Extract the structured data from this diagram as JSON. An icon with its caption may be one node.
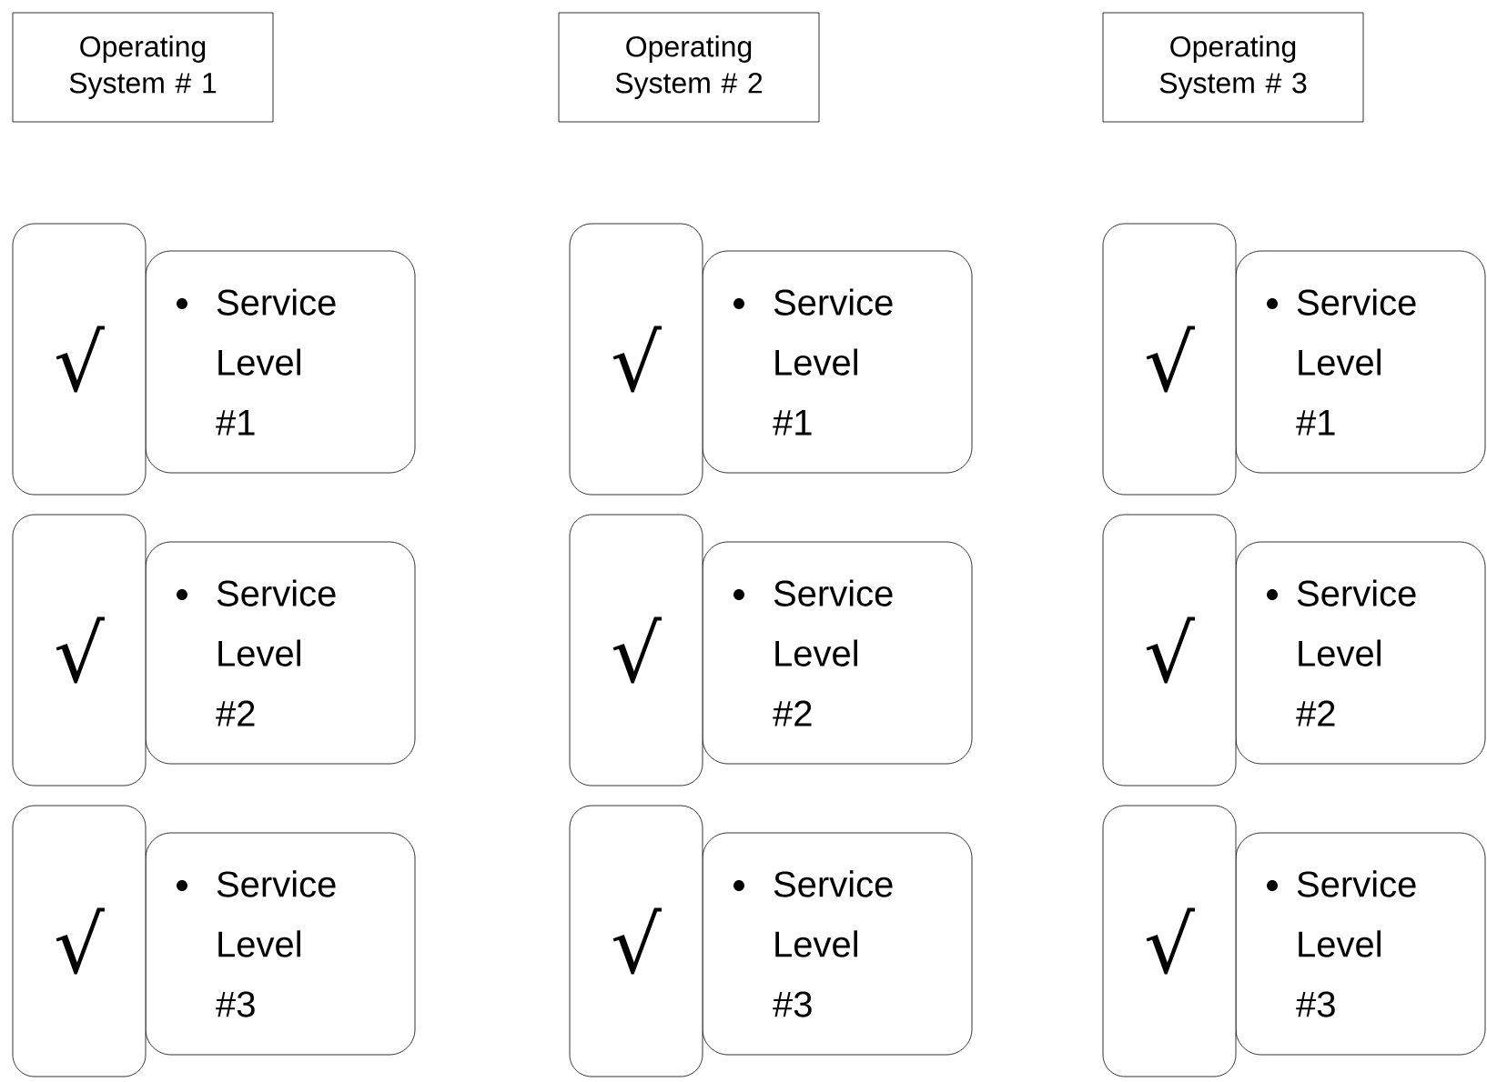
{
  "diagram": {
    "nodes": [
      {
        "text": [
          "Operating System # 1"
        ]
      },
      {
        "text": [
          "√"
        ]
      },
      {
        "text": [
          "Service Level #1"
        ]
      },
      {
        "text": [
          "√"
        ]
      },
      {
        "text": [
          "Service Level #2"
        ]
      },
      {
        "text": [
          "√"
        ]
      },
      {
        "text": [
          "Service Level #3"
        ]
      },
      {
        "text": [
          "Operating System # 2"
        ]
      },
      {
        "text": [
          "√"
        ]
      },
      {
        "text": [
          "Service Level #1"
        ]
      },
      {
        "text": [
          "√"
        ]
      },
      {
        "text": [
          "Service Level #2"
        ]
      },
      {
        "text": [
          "√"
        ]
      },
      {
        "text": [
          "Service Level #3"
        ]
      },
      {
        "text": [
          "Operating System # 3"
        ]
      },
      {
        "text": [
          "√"
        ]
      },
      {
        "text": [
          "Service Level #1"
        ]
      },
      {
        "text": [
          "√"
        ]
      },
      {
        "text": [
          "Service Level #2"
        ]
      },
      {
        "text": [
          "√"
        ]
      },
      {
        "text": [
          "Service Level #3"
        ]
      }
    ]
  }
}
